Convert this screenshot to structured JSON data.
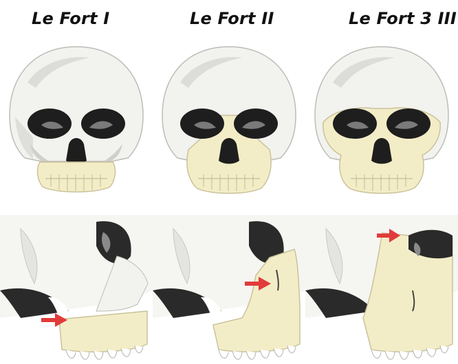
{
  "titles": [
    "Le Fort I",
    "Le Fort II",
    "Le Fort 3 III"
  ],
  "colors": {
    "bone": "#f2f2ee",
    "bone_shade": "#cfcfcb",
    "fracture": "#f3edc7",
    "fracture_edge": "#c9c29a",
    "arrow": "#e23b3b",
    "dark": "#1e1e1e"
  },
  "panels": [
    {
      "type": "Le Fort I"
    },
    {
      "type": "Le Fort II"
    },
    {
      "type": "Le Fort III"
    }
  ]
}
